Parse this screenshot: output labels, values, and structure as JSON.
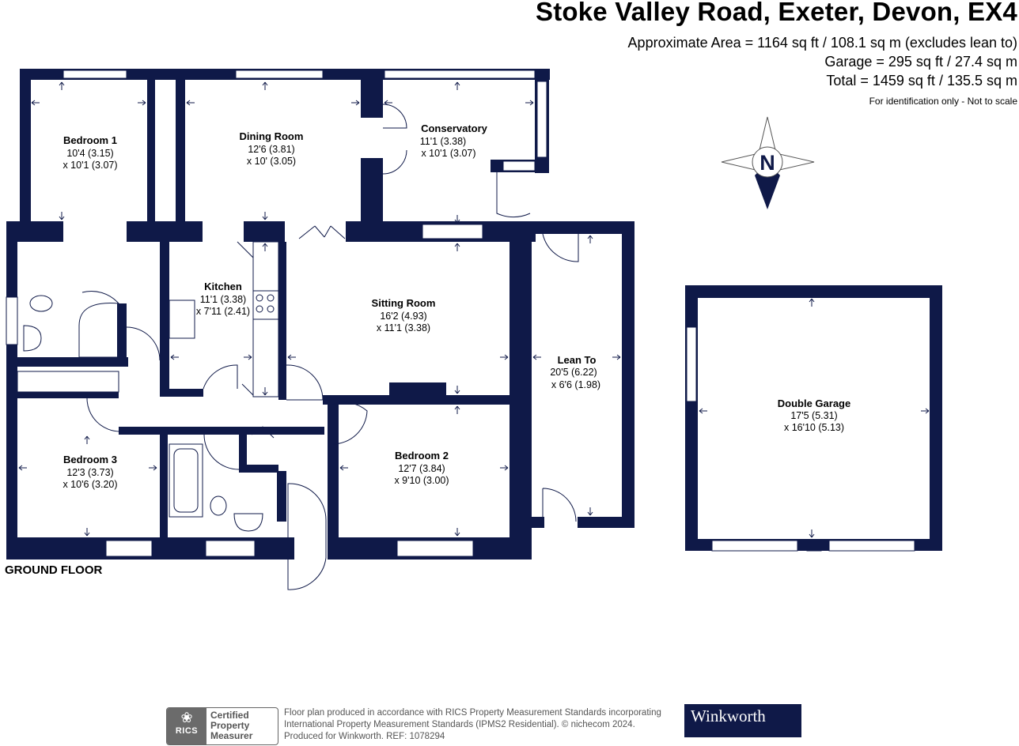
{
  "header": {
    "title": "Stoke Valley Road, Exeter, Devon, EX4",
    "area_lines": [
      "Approximate Area = 1164 sq ft / 108.1 sq m (excludes lean to)",
      "Garage = 295 sq ft / 27.4 sq m",
      "Total = 1459 sq ft / 135.5 sq m"
    ],
    "identification_note": "For identification only - Not to scale"
  },
  "compass": {
    "letter": "N"
  },
  "rooms": [
    {
      "name": "Bedroom 1",
      "dim1": "10'4 (3.15)",
      "dim2": "x 10'1 (3.07)"
    },
    {
      "name": "Dining Room",
      "dim1": "12'6 (3.81)",
      "dim2": "x 10' (3.05)"
    },
    {
      "name": "Conservatory",
      "dim1": "11'1 (3.38)",
      "dim2": "x 10'1 (3.07)"
    },
    {
      "name": "Kitchen",
      "dim1": "11'1 (3.38)",
      "dim2": "x 7'11 (2.41)"
    },
    {
      "name": "Sitting Room",
      "dim1": "16'2 (4.93)",
      "dim2": "x 11'1 (3.38)"
    },
    {
      "name": "Lean To",
      "dim1": "20'5 (6.22)",
      "dim2": "x 6'6 (1.98)"
    },
    {
      "name": "Bedroom 3",
      "dim1": "12'3 (3.73)",
      "dim2": "x 10'6 (3.20)"
    },
    {
      "name": "Bedroom 2",
      "dim1": "12'7 (3.84)",
      "dim2": "x 9'10 (3.00)"
    },
    {
      "name": "Double Garage",
      "dim1": "17'5 (5.31)",
      "dim2": "x 16'10 (5.13)"
    }
  ],
  "floor_label": "GROUND FLOOR",
  "footer": {
    "rics_logo_text": "RICS",
    "rics_badge_lines": [
      "Certified",
      "Property",
      "Measurer"
    ],
    "lines": [
      "Floor plan produced in accordance with RICS Property Measurement Standards incorporating",
      "International Property Measurement Standards (IPMS2 Residential).   © nichecom 2024.",
      "Produced for Winkworth.    REF: 1078294"
    ],
    "brand": "Winkworth"
  },
  "colors": {
    "wall": "#0f1948",
    "brand_bg": "#0f1948"
  }
}
